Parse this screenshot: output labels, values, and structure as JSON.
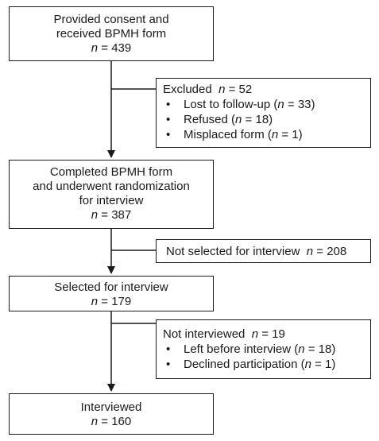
{
  "flow": {
    "box1": {
      "lines": [
        "Provided consent and",
        "received BPMH form"
      ],
      "n_label": "n",
      "n_value": "= 439"
    },
    "excluded": {
      "title": "Excluded",
      "n_label": "n",
      "n_value": "= 52",
      "items": [
        {
          "pre": "Lost to follow-up (",
          "n_label": "n",
          "post": " = 33)"
        },
        {
          "pre": "Refused (",
          "n_label": "n",
          "post": " = 18)"
        },
        {
          "pre": "Misplaced form (",
          "n_label": "n",
          "post": " = 1)"
        }
      ]
    },
    "box2": {
      "lines": [
        "Completed BPMH form",
        "and underwent randomization",
        "for interview"
      ],
      "n_label": "n",
      "n_value": "= 387"
    },
    "not_selected": {
      "title": "Not selected for interview",
      "n_label": "n",
      "n_value": "= 208"
    },
    "box3": {
      "lines": [
        "Selected for interview"
      ],
      "n_label": "n",
      "n_value": "= 179"
    },
    "not_interviewed": {
      "title": "Not interviewed",
      "n_label": "n",
      "n_value": "= 19",
      "items": [
        {
          "pre": "Left before interview (",
          "n_label": "n",
          "post": " = 18)"
        },
        {
          "pre": "Declined participation (",
          "n_label": "n",
          "post": " = 1)"
        }
      ]
    },
    "box4": {
      "lines": [
        "Interviewed"
      ],
      "n_label": "n",
      "n_value": "= 160"
    }
  }
}
